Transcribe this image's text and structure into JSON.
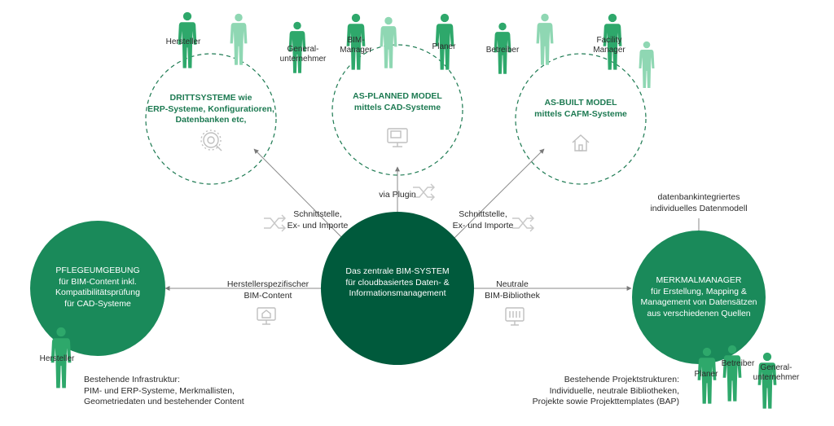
{
  "colors": {
    "dark_green": "#005a3c",
    "mid_green": "#1a8a5a",
    "accent_green": "#2ea86b",
    "light_green": "#8fd7b3",
    "gray_icon": "#bfbfbf"
  },
  "nodes": {
    "dritt": {
      "title": "DRITTSYSTEME wie\nERP-Systeme, Konfiguratioren,\nDatenbanken etc,"
    },
    "asplanned": {
      "title": "AS-PLANNED MODEL\nmittels CAD-Systeme"
    },
    "asbuilt": {
      "title": "AS-BUILT MODEL\nmittels CAFM-Systeme"
    },
    "center": {
      "title": "Das zentrale BIM-SYSTEM\nfür cloudbasiertes Daten- &\nInformationsmanagement"
    },
    "pflege": {
      "title": "PFLEGEUMGEBUNG\nfür BIM-Content inkl.\nKompatibilitätsprüfung\nfür CAD-Systeme"
    },
    "merkmal": {
      "title": "MERKMALMANAGER\nfür Erstellung, Mapping &\nManagement von Datensätzen\naus verschiedenen Quellen"
    }
  },
  "connectors": {
    "plugin": "via Plugin",
    "schnitt_left": "Schnittstelle,\nEx- und Importe",
    "schnitt_right": "Schnittstelle,\nEx- und Importe",
    "hersteller_content": "Herstellerspezifischer\nBIM-Content",
    "neutrale_bib": "Neutrale\nBIM-Bibliothek",
    "datenmodell": "datenbankintegriertes\nindividuelles Datenmodell"
  },
  "roles": {
    "hersteller_top": "Hersteller",
    "general_top": "General-\nunternehmer",
    "bim_manager": "BIM-\nManager",
    "planer_top": "Planer",
    "betreiber_top": "Betreiber",
    "facility": "Facility\nManager",
    "hersteller_bottom": "Hersteller",
    "planer_bottom": "Planer",
    "betreiber_bottom": "Betreiber",
    "general_bottom": "General-\nunternehmer"
  },
  "notes": {
    "infra": "Bestehende Infrastruktur:\nPIM- und ERP-Systeme, Merkmallisten,\nGeometriedaten und bestehender Content",
    "projekt": "Bestehende Projektstrukturen:\nIndividuelle, neutrale Bibliotheken,\nProjekte sowie Projekttemplates (BAP)"
  },
  "icons": {
    "dritt": "gear-search-icon",
    "asplanned": "cad-monitor-icon",
    "asbuilt": "house-icon",
    "hersteller_content": "monitor-icon",
    "neutrale_bib": "library-icon",
    "sync": "sync-arrows-icon",
    "person": "person-icon"
  }
}
